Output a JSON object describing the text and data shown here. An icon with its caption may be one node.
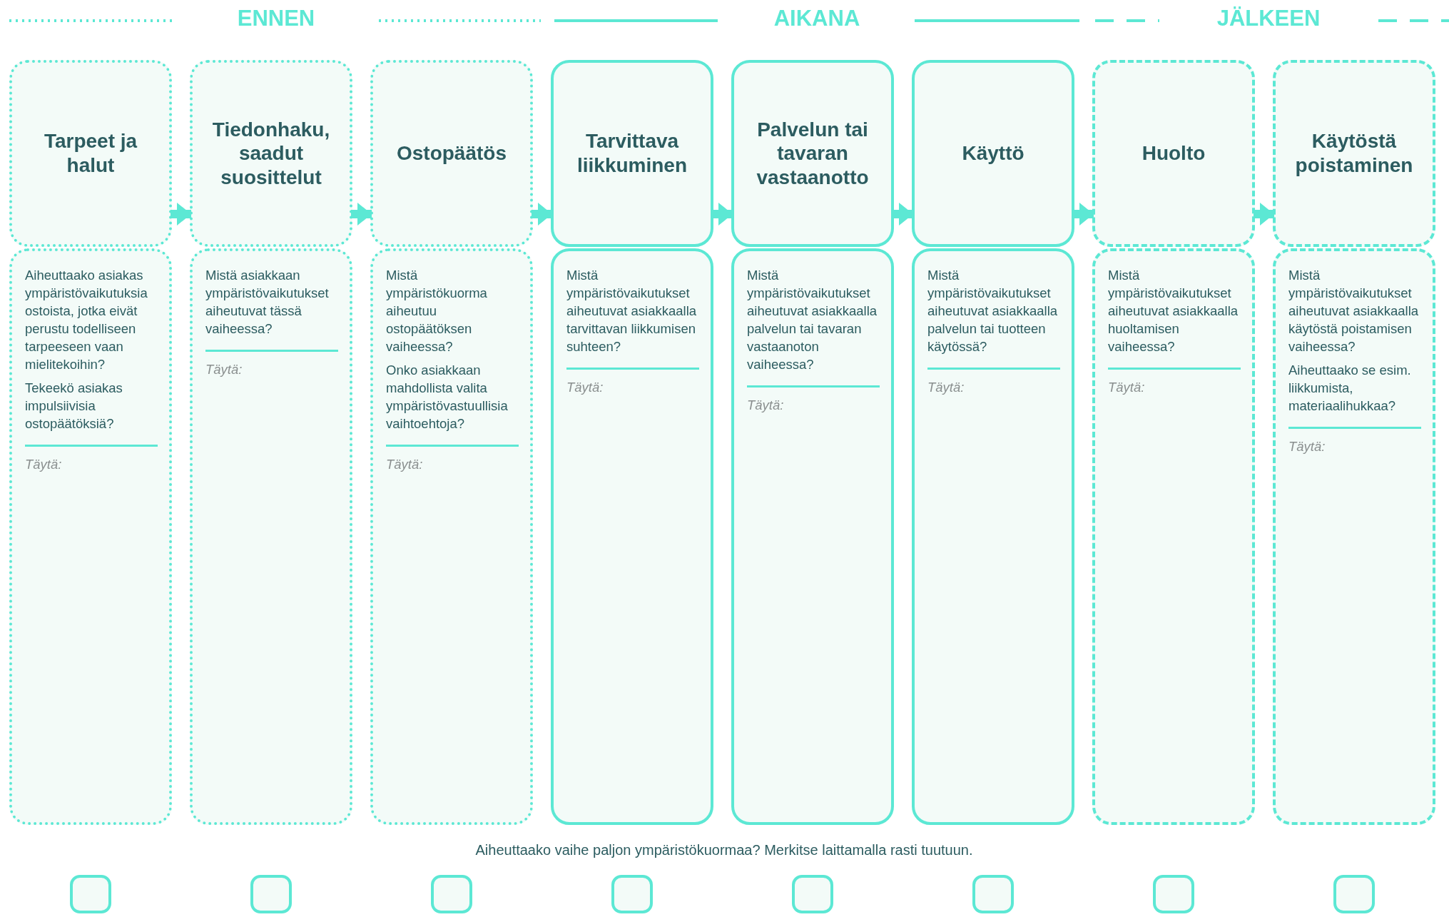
{
  "diagram": {
    "nodes": [
      {
        "text": [
          "Tarpeet ja halut"
        ]
      },
      {
        "text": [
          "Tiedonhaku, saadut suosittelut"
        ]
      },
      {
        "text": [
          "Ostopäätös"
        ]
      },
      {
        "text": [
          "Tarvittava liikkuminen"
        ]
      },
      {
        "text": [
          "Palvelun tai tavaran vastaanotto"
        ]
      },
      {
        "text": [
          "Käyttö"
        ]
      },
      {
        "text": [
          "Huolto"
        ]
      },
      {
        "text": [
          "Käytöstä poistaminen"
        ]
      },
      {
        "text": [
          "Aiheuttaako asiakas ympäristövaikutuksia ostoista, jotka eivät perustu todelliseen tarpeeseen vaan mielitekoihin?",
          "Tekeekö asiakas impulsiivisia ostopäätöksiä?",
          "Täytä:"
        ]
      },
      {
        "text": [
          "Mistä asiakkaan ympäristövaikutukset aiheutuvat tässä vaiheessa?",
          "Täytä:"
        ]
      },
      {
        "text": [
          "Mistä ympäristökuorma aiheutuu ostopäätöksen vaiheessa?",
          "Onko asiakkaan mahdollista valita ympäristövastuullisia vaihtoehtoja?",
          "Täytä:"
        ]
      },
      {
        "text": [
          "Mistä ympäristövaikutukset aiheutuvat asiakkaalla tarvittavan liikkumisen suhteen?",
          "Täytä:"
        ]
      },
      {
        "text": [
          "Mistä ympäristövaikutukset aiheutuvat asiakkaalla palvelun tai tavaran vastaanoton vaiheessa?",
          "Täytä:"
        ]
      },
      {
        "text": [
          "Mistä ympäristövaikutukset aiheutuvat asiakkaalla palvelun tai tuotteen käytössä?",
          "Täytä:"
        ]
      },
      {
        "text": [
          "Mistä ympäristövaikutukset aiheutuvat asiakkaalla huoltamisen vaiheessa?",
          "Täytä:"
        ]
      },
      {
        "text": [
          "Mistä ympäristövaikutukset aiheutuvat asiakkaalla käytöstä poistamisen vaiheessa?",
          "Aiheuttaako se esim. liikkumista, materiaalihukkaa?",
          "Täytä:"
        ]
      },
      {
        "text": [],
        "shape": "box"
      },
      {
        "text": [],
        "shape": "box"
      },
      {
        "text": [],
        "shape": "box"
      },
      {
        "text": [],
        "shape": "box"
      },
      {
        "text": [],
        "shape": "box"
      },
      {
        "text": [],
        "shape": "box"
      },
      {
        "text": [],
        "shape": "box"
      },
      {
        "text": [],
        "shape": "box"
      }
    ],
    "edges": [
      {
        "from": 0,
        "to": 1,
        "arrow": "to"
      },
      {
        "from": 1,
        "to": 2,
        "arrow": "to"
      },
      {
        "from": 2,
        "to": 3,
        "arrow": "to"
      },
      {
        "from": 3,
        "to": 4,
        "arrow": "to"
      },
      {
        "from": 4,
        "to": 5,
        "arrow": "to"
      },
      {
        "from": 5,
        "to": 6,
        "arrow": "to"
      },
      {
        "from": 6,
        "to": 7,
        "arrow": "to"
      }
    ],
    "labels": [
      "ENNEN",
      "AIKANA",
      "JÄLKEEN",
      "Aiheuttaako vaihe paljon ympäristökuormaa? Merkitse laittamalla rasti tuutuun."
    ]
  }
}
